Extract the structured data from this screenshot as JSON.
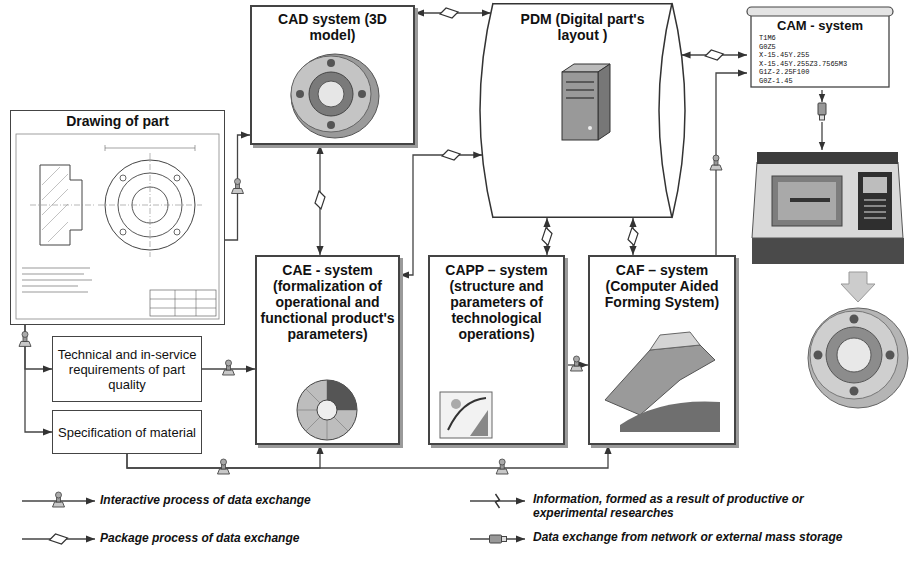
{
  "diagram": {
    "nodes": [
      {
        "text": [
          "CAD system (3D model)"
        ]
      },
      {
        "text": [
          "PDM (Digital part's layout )"
        ]
      },
      {
        "text": [
          "CAM - system"
        ]
      },
      {
        "text": [
          "Drawing of part"
        ]
      },
      {
        "text": [
          "CAE - system (formalization of operational and functional product's parameters)"
        ]
      },
      {
        "text": [
          "CAPP – system (structure and parameters of technological operations)"
        ]
      },
      {
        "text": [
          "CAF – system (Computer Aided Forming System)"
        ]
      },
      {
        "text": [
          "Technical and in-service requirements of part quality"
        ]
      },
      {
        "text": [
          "Specification of material"
        ]
      }
    ],
    "edges": [
      {
        "from": 3,
        "to": 0,
        "arrow": "to"
      },
      {
        "from": 0,
        "to": 1,
        "arrow": "both"
      },
      {
        "from": 1,
        "to": 2,
        "arrow": "both"
      },
      {
        "from": 0,
        "to": 4,
        "arrow": "both"
      },
      {
        "from": 1,
        "to": 4,
        "arrow": "both"
      },
      {
        "from": 7,
        "to": 4,
        "arrow": "to"
      },
      {
        "from": 3,
        "to": 7,
        "arrow": "to"
      },
      {
        "from": 3,
        "to": 8,
        "arrow": "to"
      },
      {
        "from": 8,
        "to": 4,
        "arrow": "to"
      },
      {
        "from": 8,
        "to": 6,
        "arrow": "to"
      },
      {
        "from": 5,
        "to": 6,
        "arrow": "to"
      },
      {
        "from": 1,
        "to": 5,
        "arrow": "both"
      },
      {
        "from": 1,
        "to": 6,
        "arrow": "both"
      },
      {
        "from": 6,
        "to": 2,
        "arrow": "to"
      }
    ],
    "labels": [
      "T1M6",
      "G0Z5",
      "X-15.45Y.255",
      "X-15.45Y.255Z3.7565M3",
      "G1Z-2.25F100",
      "G0Z-1.45"
    ],
    "legend": [
      {
        "text": "Interactive process of data exchange"
      },
      {
        "text": "Information, formed as a result of productive or experimental researches"
      },
      {
        "text": "Package process of data exchange"
      },
      {
        "text": "Data exchange from network or external mass storage"
      }
    ]
  }
}
